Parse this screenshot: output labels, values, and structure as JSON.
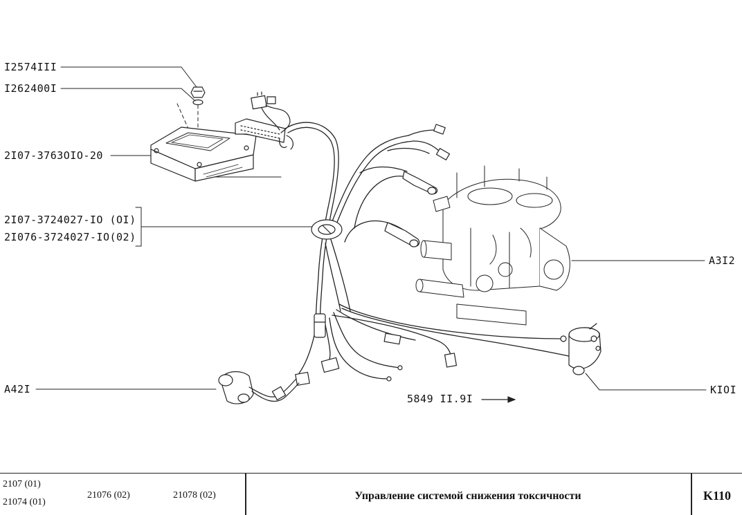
{
  "callouts": {
    "nut": "I2574III",
    "washer": "I262400I",
    "control_unit": "2I07-3763OIO-20",
    "harness_01": "2I07-3724027-IO (OI)",
    "harness_02": "2I076-3724027-IO(02)",
    "carburetor": "A3I2",
    "solenoid_valve": "A42I",
    "micro_switch": "KIOI"
  },
  "figure_ref": "5849 II.9I",
  "footer": {
    "models": {
      "m1": "2107 (01)",
      "m2": "21074 (01)",
      "m3": "21076 (02)",
      "m4": "21078 (02)"
    },
    "title": "Управление системой снижения токсичности",
    "page_code": "K110"
  }
}
